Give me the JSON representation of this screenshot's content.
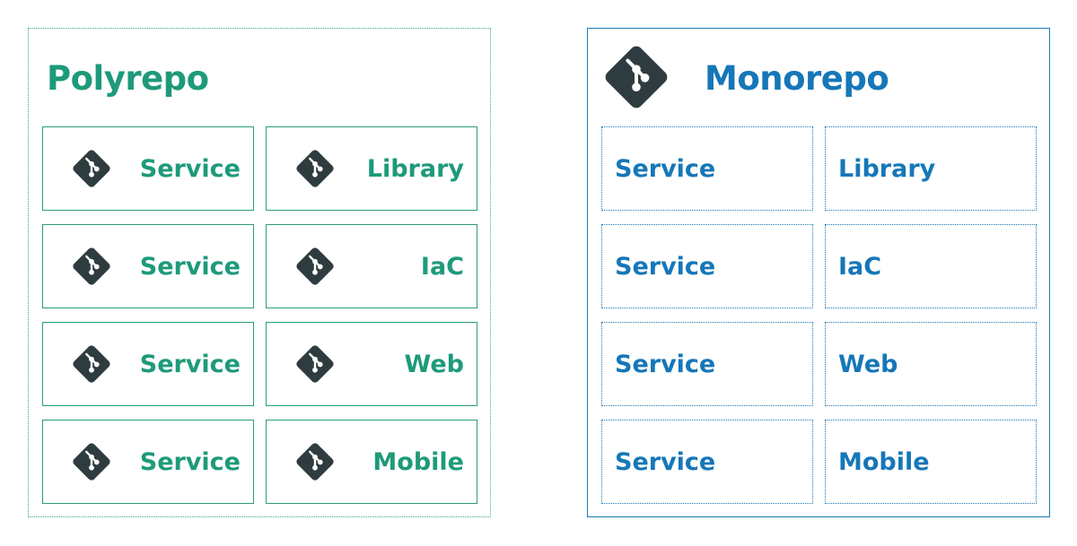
{
  "colors": {
    "polyrepo": "#1e9a7a",
    "monorepo": "#1677b8",
    "git_icon": "#2f3c3f"
  },
  "polyrepo": {
    "title": "Polyrepo",
    "icon": "git-icon",
    "items": [
      "Service",
      "Library",
      "Service",
      "IaC",
      "Service",
      "Web",
      "Service",
      "Mobile"
    ]
  },
  "monorepo": {
    "title": "Monorepo",
    "icon": "git-icon",
    "items": [
      "Service",
      "Library",
      "Service",
      "IaC",
      "Service",
      "Web",
      "Service",
      "Mobile"
    ]
  }
}
